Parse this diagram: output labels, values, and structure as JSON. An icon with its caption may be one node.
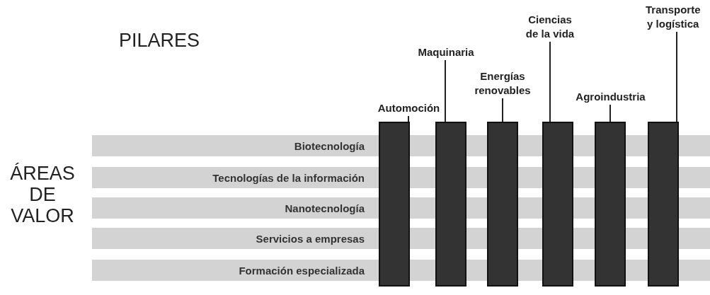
{
  "diagram": {
    "nodes": [
      {
        "text": [
          "Automoción"
        ]
      },
      {
        "text": [
          "Maquinaria"
        ]
      },
      {
        "text": [
          "Energías renovables"
        ]
      },
      {
        "text": [
          "Ciencias de la vida"
        ]
      },
      {
        "text": [
          "Agroindustria"
        ]
      },
      {
        "text": [
          "Transporte y logística"
        ]
      },
      {
        "text": [],
        "shape": "bar"
      },
      {
        "text": [],
        "shape": "bar"
      },
      {
        "text": [],
        "shape": "bar"
      },
      {
        "text": [],
        "shape": "bar"
      },
      {
        "text": [],
        "shape": "bar"
      },
      {
        "text": [],
        "shape": "bar"
      },
      {
        "text": [
          "Biotecnología"
        ]
      },
      {
        "text": [
          "Tecnologías de la información"
        ]
      },
      {
        "text": [
          "Nanotecnología"
        ]
      },
      {
        "text": [
          "Servicios a empresas"
        ]
      },
      {
        "text": [
          "Formación especializada"
        ]
      }
    ],
    "edges": [
      {
        "from": 0,
        "to": 6,
        "arrow": "none"
      },
      {
        "from": 1,
        "to": 7,
        "arrow": "none"
      },
      {
        "from": 2,
        "to": 8,
        "arrow": "none"
      },
      {
        "from": 3,
        "to": 9,
        "arrow": "none"
      },
      {
        "from": 4,
        "to": 10,
        "arrow": "none"
      },
      {
        "from": 5,
        "to": 11,
        "arrow": "none"
      }
    ],
    "labels": [
      "PILARES",
      "ÁREAS DE VALOR"
    ]
  }
}
